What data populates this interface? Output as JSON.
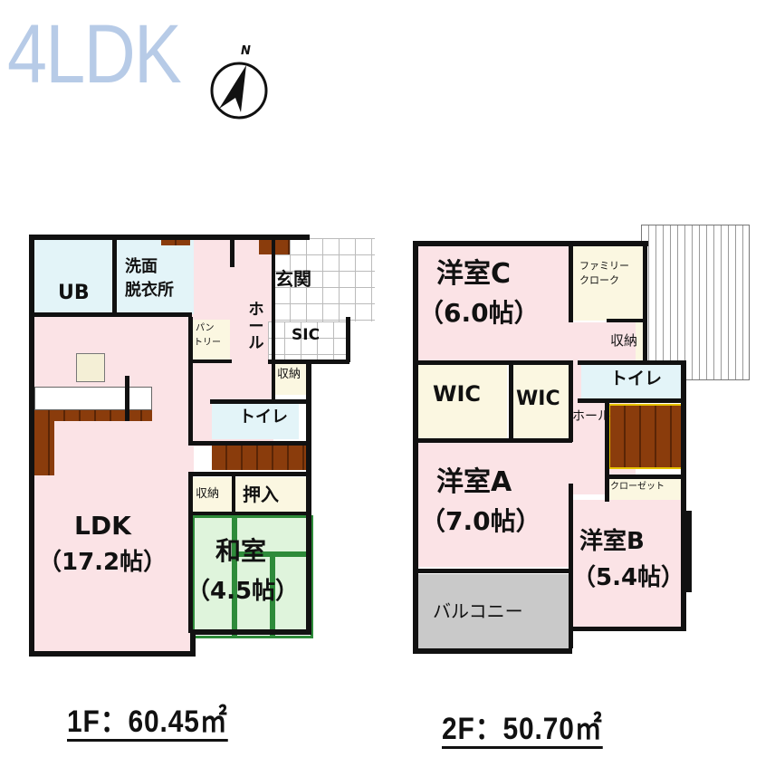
{
  "header": {
    "layout_type": "4LDK",
    "compass": {
      "icon": "north-arrow-icon",
      "label": "N"
    }
  },
  "floor1": {
    "area_label": "1F：60.45㎡",
    "rooms": {
      "ub": "UB",
      "washroom_line1": "洗面",
      "washroom_line2": "脱衣所",
      "entrance": "玄関",
      "hall": "ホール",
      "sic": "SIC",
      "pantry_line1": "パン",
      "pantry_line2": "トリー",
      "storage": "収納",
      "toilet": "トイレ",
      "storage2": "収納",
      "oshiire": "押入",
      "ldk_name": "LDK",
      "ldk_size": "（17.2帖）",
      "washitsu_name": "和室",
      "washitsu_size": "（4.5帖）"
    }
  },
  "floor2": {
    "area_label": "2F：50.70㎡",
    "rooms": {
      "room_c_name": "洋室C",
      "room_c_size": "（6.0帖）",
      "family_cloak_line1": "ファミリー",
      "family_cloak_line2": "クローク",
      "storage": "収納",
      "toilet": "トイレ",
      "wic1": "WIC",
      "wic2": "WIC",
      "hall": "ホール",
      "room_a_name": "洋室A",
      "room_a_size": "（7.0帖）",
      "closet": "クローゼット",
      "room_b_name": "洋室B",
      "room_b_size": "（5.4帖）",
      "balcony": "バルコニー"
    }
  },
  "colors": {
    "title": "#b7cbe7",
    "room_pink": "#fbe3e6",
    "wet_blue": "#e3f4f8",
    "storage_cream": "#fbf7e1",
    "tatami_green": "#dff4dc",
    "balcony_gray": "#c9c9c9",
    "stairs_wood": "#8a3c0c"
  }
}
